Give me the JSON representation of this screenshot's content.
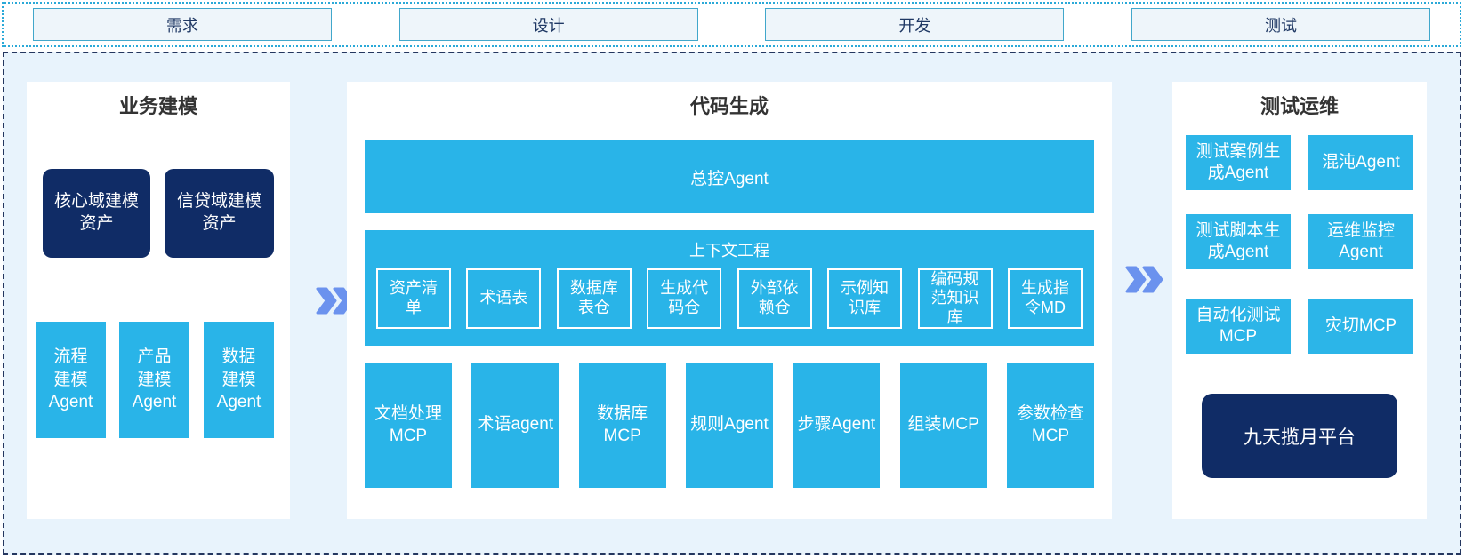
{
  "phases": {
    "items": [
      {
        "label": "需求"
      },
      {
        "label": "设计"
      },
      {
        "label": "开发"
      },
      {
        "label": "测试"
      }
    ]
  },
  "modeling": {
    "title": "业务建模",
    "asset_boxes": [
      {
        "label": "核心域建模\n资产"
      },
      {
        "label": "信贷域建模\n资产"
      }
    ],
    "agent_boxes": [
      {
        "label": "流程\n建模\nAgent"
      },
      {
        "label": "产品\n建模\nAgent"
      },
      {
        "label": "数据\n建模\nAgent"
      }
    ]
  },
  "codegen": {
    "title": "代码生成",
    "master_agent": "总控Agent",
    "context": {
      "title": "上下文工程",
      "boxes": [
        {
          "label": "资产清\n单"
        },
        {
          "label": "术语表"
        },
        {
          "label": "数据库\n表仓"
        },
        {
          "label": "生成代\n码仓"
        },
        {
          "label": "外部依\n赖仓"
        },
        {
          "label": "示例知\n识库"
        },
        {
          "label": "编码规\n范知识\n库"
        },
        {
          "label": "生成指\n令MD"
        }
      ]
    },
    "tools": [
      {
        "label": "文档处理\nMCP"
      },
      {
        "label": "术语agent"
      },
      {
        "label": "数据库\nMCP"
      },
      {
        "label": "规则Agent"
      },
      {
        "label": "步骤Agent"
      },
      {
        "label": "组装MCP"
      },
      {
        "label": "参数检查\nMCP"
      }
    ]
  },
  "testops": {
    "title": "测试运维",
    "boxes": [
      {
        "label": "测试案例生\n成Agent"
      },
      {
        "label": "混沌Agent"
      },
      {
        "label": "测试脚本生\n成Agent"
      },
      {
        "label": "运维监控\nAgent"
      },
      {
        "label": "自动化测试\nMCP"
      },
      {
        "label": "灾切MCP"
      }
    ],
    "platform": "九天揽月平台"
  },
  "icons": {
    "flow_arrow": "double-chevron-right"
  },
  "colors": {
    "cyan": "#29b4e8",
    "navy": "#102c66",
    "container_bg": "#e8f3fc",
    "panel_bg": "#ffffff",
    "phase_bg": "#eef5fa",
    "phase_border": "#41a7cb",
    "phase_text": "#1f3864",
    "dotted_border": "#2aa9d8",
    "dashed_border": "#24365f",
    "chevron": "#6b92ee",
    "title_text": "#333333"
  }
}
